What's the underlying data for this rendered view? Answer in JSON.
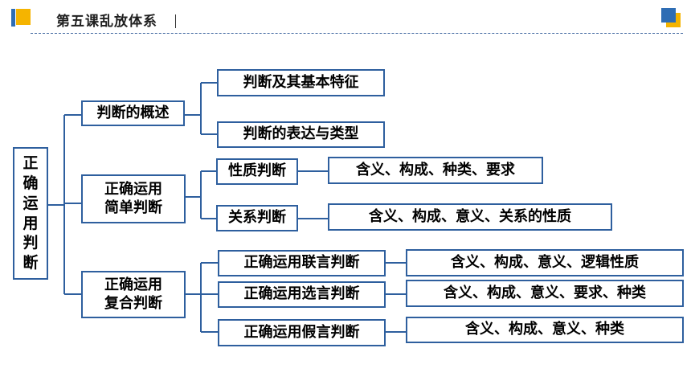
{
  "header": {
    "title": "第五课乱放体系"
  },
  "colors": {
    "accent_blue": "#2e5f9e",
    "deco_yellow": "#f5b400",
    "deco_blue": "#2e6db4"
  },
  "root": {
    "label": "正确运用判断"
  },
  "level1": [
    {
      "label": "判断的概述"
    },
    {
      "label": "正确运用\n简单判断"
    },
    {
      "label": "正确运用\n复合判断"
    }
  ],
  "level2": [
    {
      "label": "判断及其基本特征"
    },
    {
      "label": "判断的表达与类型"
    },
    {
      "label": "性质判断"
    },
    {
      "label": "关系判断"
    },
    {
      "label": "正确运用联言判断"
    },
    {
      "label": "正确运用选言判断"
    },
    {
      "label": "正确运用假言判断"
    }
  ],
  "level3": [
    {
      "label": "含义、构成、种类、要求"
    },
    {
      "label": "含义、构成、意义、关系的性质"
    },
    {
      "label": "含义、构成、意义、逻辑性质"
    },
    {
      "label": "含义、构成、意义、要求、种类"
    },
    {
      "label": "含义、构成、意义、种类"
    }
  ]
}
